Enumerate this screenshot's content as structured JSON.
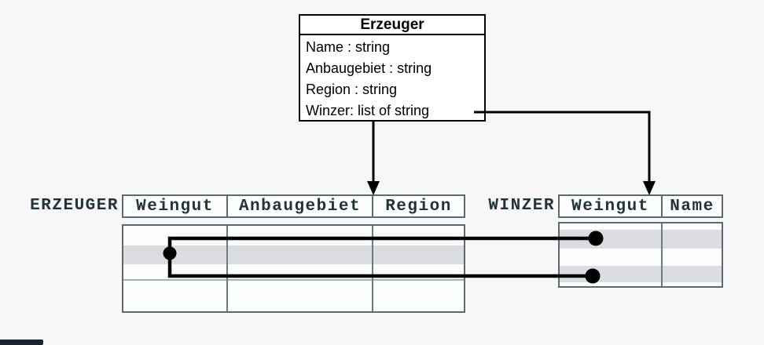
{
  "class_box": {
    "title": "Erzeuger",
    "attributes": [
      "Name : string",
      "Anbaugebiet : string",
      "Region : string",
      "Winzer: list of string"
    ]
  },
  "tables": [
    {
      "label": "ERZEUGER",
      "columns": [
        "Weingut",
        "Anbaugebiet",
        "Region"
      ]
    },
    {
      "label": "WINZER",
      "columns": [
        "Weingut",
        "Name"
      ]
    }
  ],
  "colors": {
    "background": "#f7f7f8",
    "box_fill": "#ffffff",
    "box_border": "#000000",
    "table_border": "#5a6a6e",
    "table_text": "#22333a",
    "highlight_row": "#dbdce1",
    "connector": "#000000",
    "scrollbar": "#1b242e"
  },
  "icons": {
    "down_arrow": "black filled triangle arrowhead",
    "link_dot": "black filled circle endpoint"
  }
}
